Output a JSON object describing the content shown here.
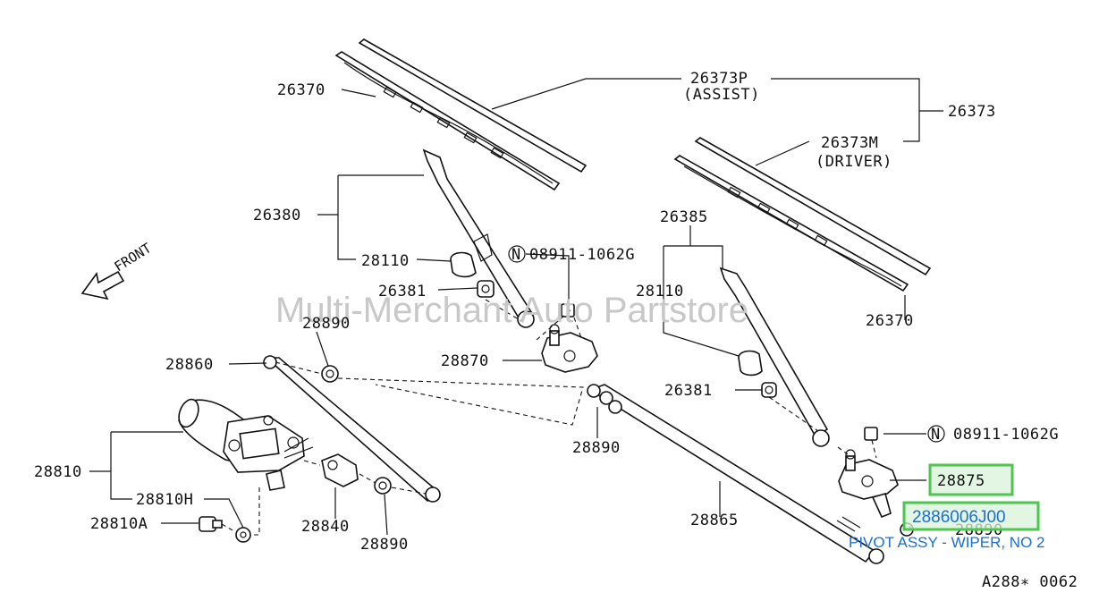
{
  "watermark": "Multi-Merchant Auto Partstore",
  "front_label": "FRONT",
  "diagram_code": "A288∗ 0062",
  "highlight_color": "#4cc64c",
  "link_color": "#1a6fd6",
  "highlighted": {
    "part_a": "28875",
    "part_b": "2886006J00",
    "description": "PIVOT ASSY - WIPER, NO 2"
  },
  "labels": {
    "l26370_top": "26370",
    "l26373p": "26373P",
    "l26373p_note": "(ASSIST)",
    "l26373": "26373",
    "l26373m": "26373M",
    "l26373m_note": "(DRIVER)",
    "l26380": "26380",
    "l28110_left": "28110",
    "l08911_top": "08911-1062G",
    "l26381_left": "26381",
    "l26385": "26385",
    "l28110_right": "28110",
    "l26370_right": "26370",
    "l28890_top": "28890",
    "l28860": "28860",
    "l28870": "28870",
    "l26381_right": "26381",
    "l28890_mid": "28890",
    "l08911_bottom": "08911-1062G",
    "l28810": "28810",
    "l28810h": "28810H",
    "l28810a": "28810A",
    "l28840": "28840",
    "l28890_bottom": "28890",
    "l28865": "28865",
    "l28890_right": "28890",
    "n_symbol": "N"
  }
}
